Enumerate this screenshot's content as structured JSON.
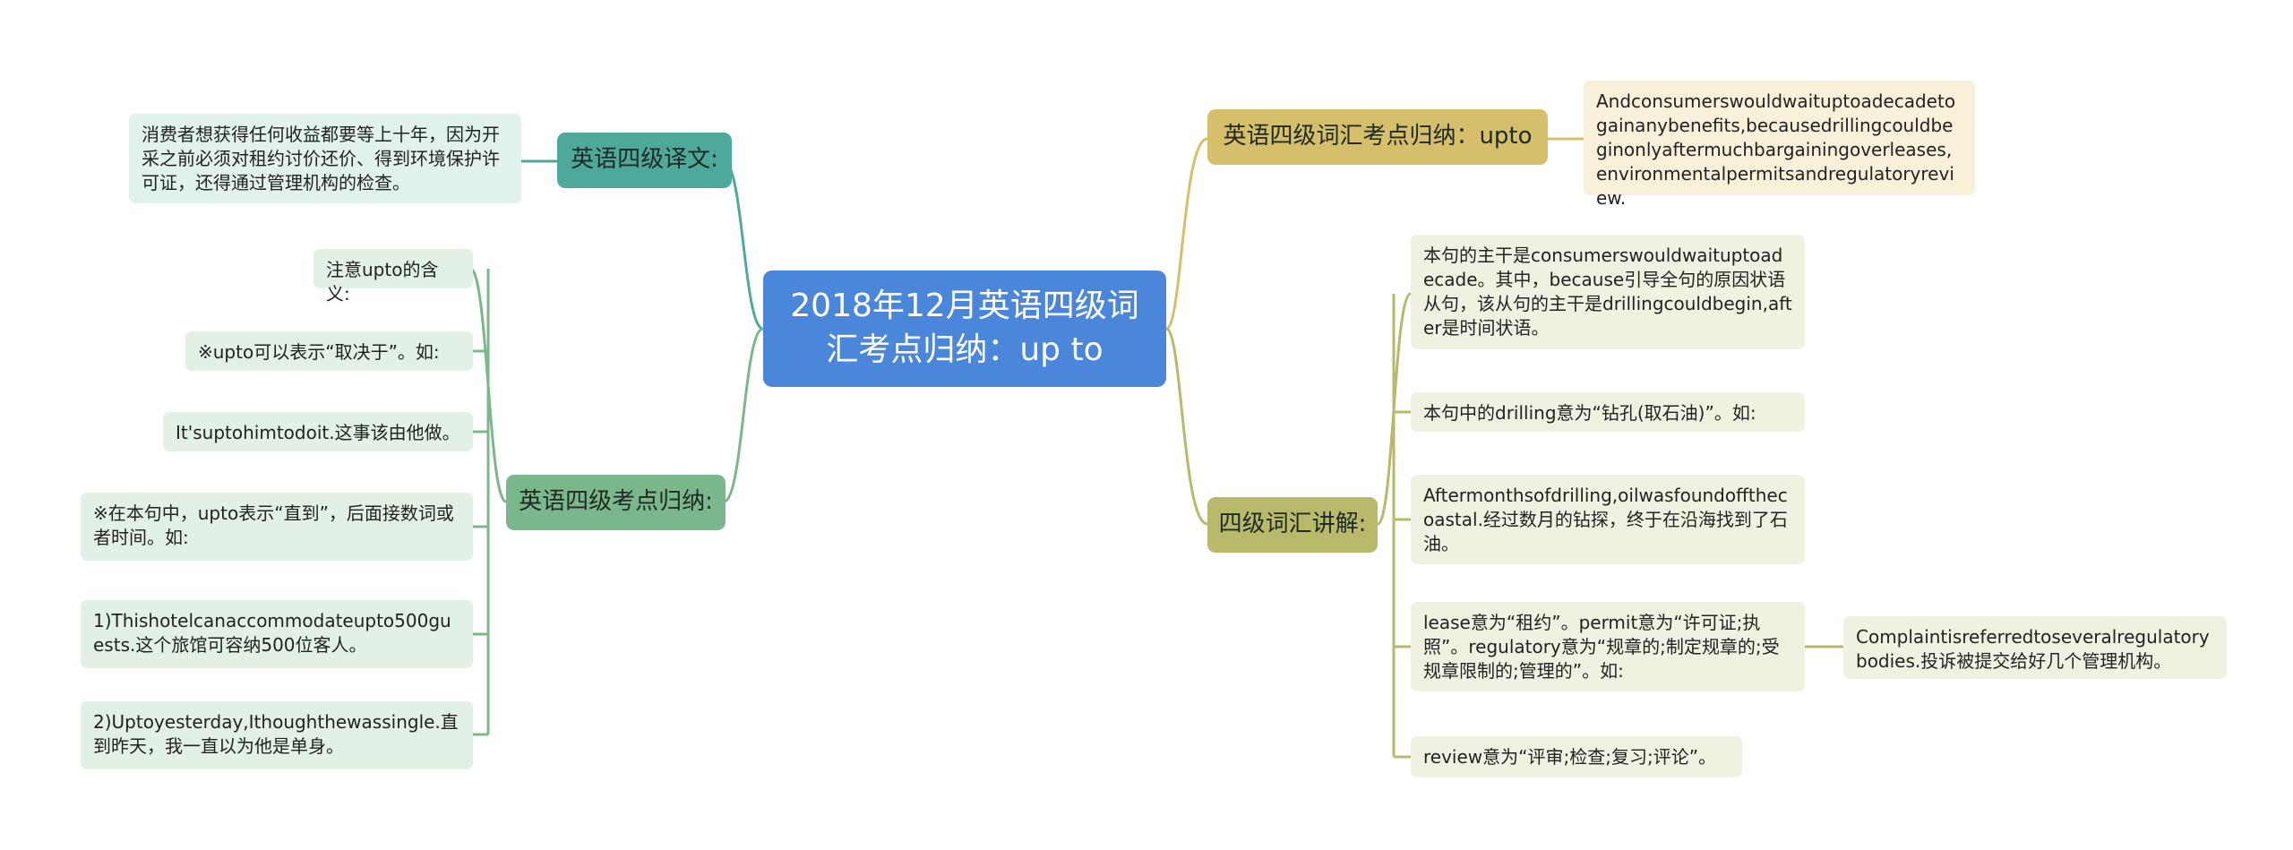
{
  "root": {
    "title": "2018年12月英语四级词汇考点归纳：up to"
  },
  "branches": {
    "translation": {
      "label": "英语四级译文:"
    },
    "points": {
      "label": "英语四级考点归纳:"
    },
    "upto": {
      "label": "英语四级词汇考点归纳：upto"
    },
    "vocab": {
      "label": "四级词汇讲解:"
    }
  },
  "leaves": {
    "translation_text": "消费者想获得任何收益都要等上十年，因为开采之前必须对租约讨价还价、得到环境保护许可证，还得通过管理机构的检查。",
    "point1": "注意upto的含义:",
    "point2": "※upto可以表示“取决于”。如:",
    "point3": "It'suptohimtodoit.这事该由他做。",
    "point4": "※在本句中，upto表示“直到”，后面接数词或者时间。如:",
    "point5": "1)Thishotelcanaccommodateupto500guests.这个旅馆可容纳500位客人。",
    "point6": "2)Uptoyesterday,Ithoughthewassingle.直到昨天，我一直以为他是单身。",
    "upto_text": "Andconsumerswouldwaituptoadecadetogainanybenefits,becausedrillingcouldbeginonlyaftermuchbargainingoverleases,environmentalpermitsandregulatoryreview.",
    "vocab1": "本句的主干是consumerswouldwaituptoadecade。其中，because引导全句的原因状语从句，该从句的主干是drillingcouldbegin,after是时间状语。",
    "vocab2": "本句中的drilling意为“钻孔(取石油)”。如:",
    "vocab3": "Aftermonthsofdrilling,oilwasfoundoffthecoastal.经过数月的钻探，终于在沿海找到了石油。",
    "vocab4": "lease意为“租约”。permit意为“许可证;执照”。regulatory意为“规章的;制定规章的;受规章限制的;管理的”。如:",
    "vocab4_child": "Complaintisreferredtoseveralregulatorybodies.投诉被提交给好几个管理机构。",
    "vocab5": "review意为“评审;检查;复习;评论”。"
  },
  "colors": {
    "root": "#4a86d9",
    "teal": "#4fa99a",
    "green": "#7bb78c",
    "gold": "#d6bf6a",
    "olive": "#b8b96a",
    "leaf_teal": "#e1f1ee",
    "leaf_green": "#e2f0e5",
    "leaf_gold": "#f8f0d9",
    "leaf_olive": "#f1f1e1"
  }
}
